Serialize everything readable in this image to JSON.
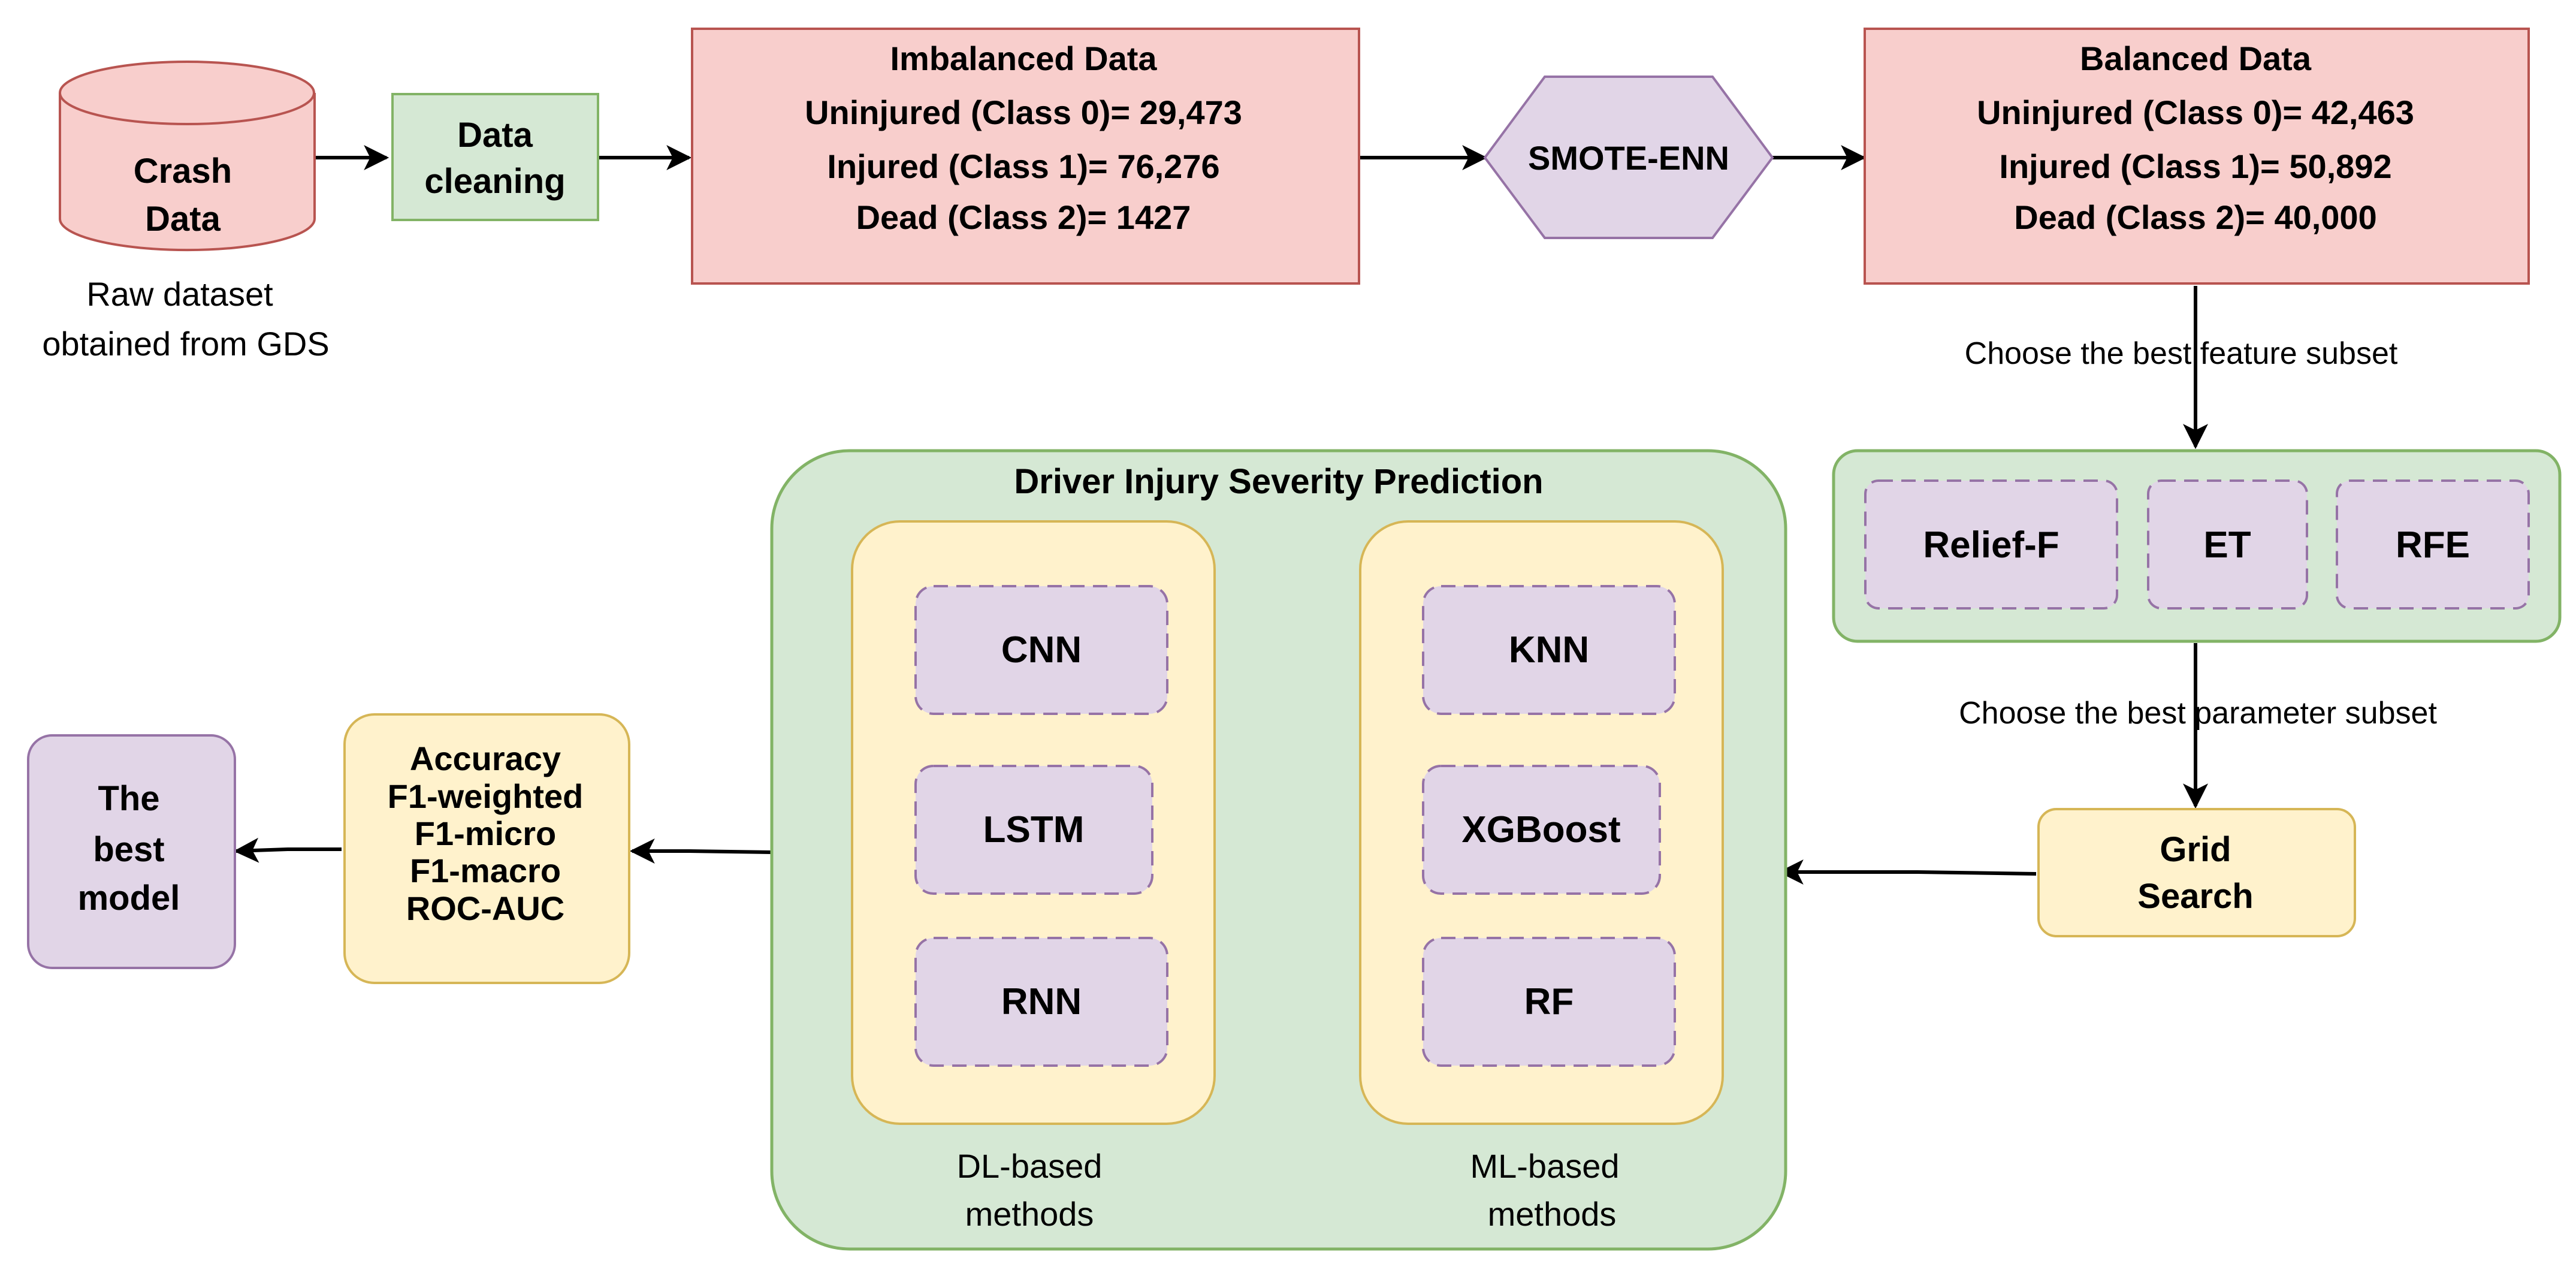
{
  "crash": {
    "title_line1": "Crash",
    "title_line2": "Data",
    "caption_line1": "Raw dataset",
    "caption_line2": "obtained from GDS"
  },
  "cleaning": {
    "line1": "Data",
    "line2": "cleaning"
  },
  "imbalanced": {
    "title": "Imbalanced Data",
    "line1": "Uninjured (Class 0)= 29,473",
    "line2": "Injured (Class 1)= 76,276",
    "line3": "Dead (Class 2)= 1427"
  },
  "smote": {
    "label": "SMOTE-ENN"
  },
  "balanced": {
    "title": "Balanced Data",
    "line1": "Uninjured (Class 0)= 42,463",
    "line2": "Injured (Class 1)= 50,892",
    "line3": "Dead (Class 2)= 40,000"
  },
  "feature_step": {
    "label": "Choose the best feature subset"
  },
  "feature_selection": {
    "items": [
      "Relief-F",
      "ET",
      "RFE"
    ]
  },
  "param_step": {
    "label": "Choose the best parameter subset"
  },
  "grid_search": {
    "line1": "Grid",
    "line2": "Search"
  },
  "prediction": {
    "title": "Driver Injury Severity Prediction",
    "dl": {
      "items": [
        "CNN",
        "LSTM",
        "RNN"
      ],
      "caption_line1": "DL-based",
      "caption_line2": "methods"
    },
    "ml": {
      "items": [
        "KNN",
        "XGBoost",
        "RF"
      ],
      "caption_line1": "ML-based",
      "caption_line2": "methods"
    }
  },
  "metrics": {
    "items": [
      "Accuracy",
      "F1-weighted",
      "F1-micro",
      "F1-macro",
      "ROC-AUC"
    ]
  },
  "best_model": {
    "line1": "The",
    "line2": "best",
    "line3": "model"
  },
  "colors": {
    "red_fill": "#f8cecc",
    "red_stroke": "#b85450",
    "green_fill": "#d5e8d4",
    "green_stroke": "#82b366",
    "purple_fill": "#e1d5e7",
    "purple_stroke": "#9673a6",
    "yellow_fill": "#fff2cc",
    "yellow_stroke": "#d6b656"
  }
}
